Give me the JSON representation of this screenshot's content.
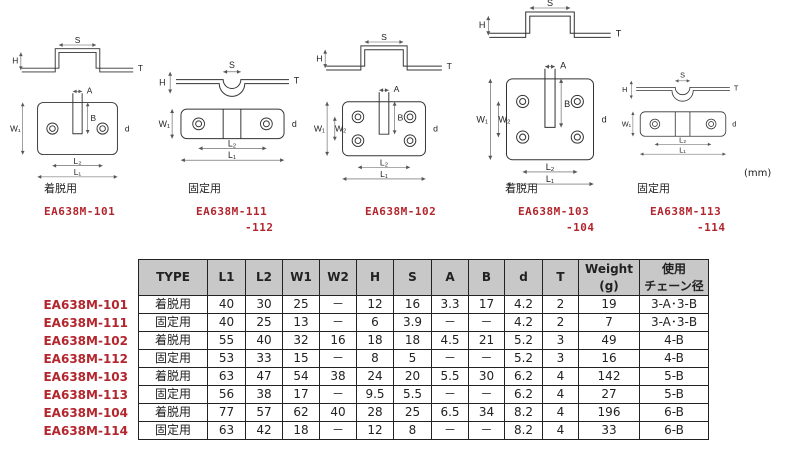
{
  "unit": "(mm)",
  "labels": {
    "S": "S",
    "H": "H",
    "T": "T",
    "A": "A",
    "B": "B",
    "d": "d",
    "W1": "W₁",
    "W2": "W₂",
    "L1": "L₁",
    "L2": "L₂"
  },
  "figures": [
    {
      "caption": "着脱用",
      "codes": [
        "EA638M-101"
      ]
    },
    {
      "caption": "固定用",
      "codes": [
        "EA638M-111",
        "-112"
      ]
    },
    {
      "caption": "",
      "codes": [
        "EA638M-102"
      ]
    },
    {
      "caption": "着脱用",
      "codes": [
        "EA638M-103",
        "-104"
      ]
    },
    {
      "caption": "固定用",
      "codes": [
        "EA638M-113",
        "-114"
      ]
    }
  ],
  "table": {
    "headers": [
      "TYPE",
      "L1",
      "L2",
      "W1",
      "W2",
      "H",
      "S",
      "A",
      "B",
      "d",
      "T",
      "Weight\n(g)",
      "使用\nチェーン径"
    ],
    "rows": [
      {
        "code": "EA638M-101",
        "cells": [
          "着脱用",
          "40",
          "30",
          "25",
          "－",
          "12",
          "16",
          "3.3",
          "17",
          "4.2",
          "2",
          "19",
          "3-A･3-B"
        ]
      },
      {
        "code": "EA638M-111",
        "cells": [
          "固定用",
          "40",
          "25",
          "13",
          "－",
          "6",
          "3.9",
          "－",
          "－",
          "4.2",
          "2",
          "7",
          "3-A･3-B"
        ]
      },
      {
        "code": "EA638M-102",
        "cells": [
          "着脱用",
          "55",
          "40",
          "32",
          "16",
          "18",
          "18",
          "4.5",
          "21",
          "5.2",
          "3",
          "49",
          "4-B"
        ]
      },
      {
        "code": "EA638M-112",
        "cells": [
          "固定用",
          "53",
          "33",
          "15",
          "－",
          "8",
          "5",
          "－",
          "－",
          "5.2",
          "3",
          "16",
          "4-B"
        ]
      },
      {
        "code": "EA638M-103",
        "cells": [
          "着脱用",
          "63",
          "47",
          "54",
          "38",
          "24",
          "20",
          "5.5",
          "30",
          "6.2",
          "4",
          "142",
          "5-B"
        ]
      },
      {
        "code": "EA638M-113",
        "cells": [
          "固定用",
          "56",
          "38",
          "17",
          "－",
          "9.5",
          "5.5",
          "－",
          "－",
          "6.2",
          "4",
          "27",
          "5-B"
        ]
      },
      {
        "code": "EA638M-104",
        "cells": [
          "着脱用",
          "77",
          "57",
          "62",
          "40",
          "28",
          "25",
          "6.5",
          "34",
          "8.2",
          "4",
          "196",
          "6-B"
        ]
      },
      {
        "code": "EA638M-114",
        "cells": [
          "固定用",
          "63",
          "42",
          "18",
          "－",
          "12",
          "8",
          "－",
          "－",
          "8.2",
          "4",
          "33",
          "6-B"
        ]
      }
    ]
  }
}
